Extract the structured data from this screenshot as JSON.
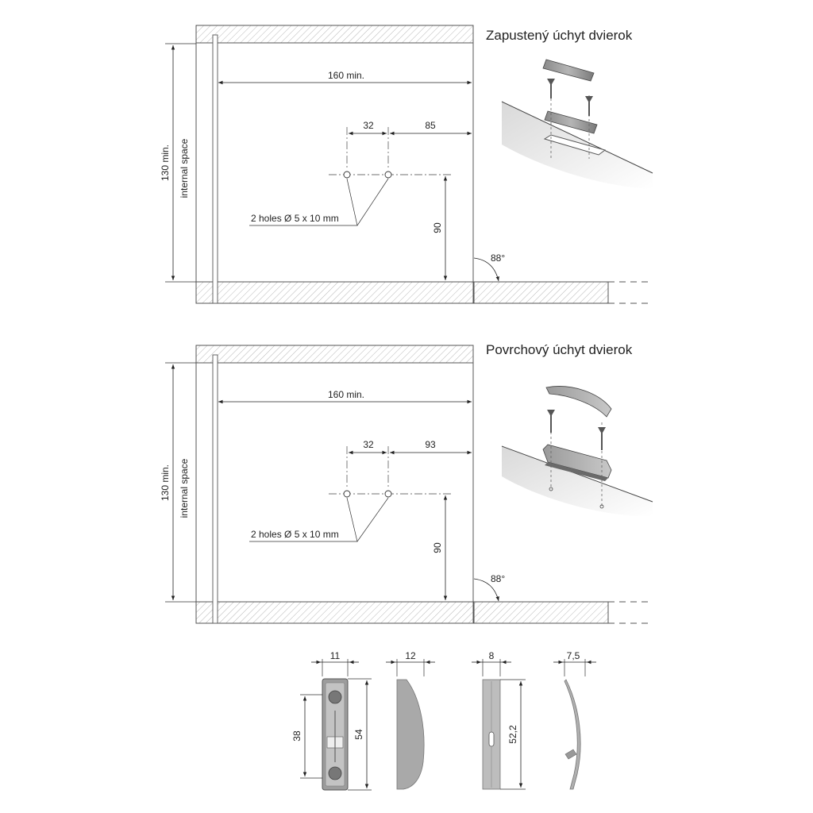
{
  "diagrams": [
    {
      "title": "Zapustený úchyt dvierok",
      "width_label": "160 min.",
      "height_label": "130 min.",
      "space_label": "internal space",
      "spacing_label": "32",
      "offset_label": "85",
      "vertical_label": "90",
      "holes_label": "2 holes Ø 5 x 10 mm",
      "angle_label": "88°"
    },
    {
      "title": "Povrchový úchyt dvierok",
      "width_label": "160 min.",
      "height_label": "130 min.",
      "space_label": "internal space",
      "spacing_label": "32",
      "offset_label": "93",
      "vertical_label": "90",
      "holes_label": "2 holes Ø 5 x 10 mm",
      "angle_label": "88°"
    }
  ],
  "parts": {
    "recessed_front_width": "11",
    "recessed_hole_spacing": "38",
    "recessed_length": "54",
    "surface_side_width": "12",
    "clip_front_width": "8",
    "clip_length": "52,2",
    "clip_side_width": "7,5"
  }
}
